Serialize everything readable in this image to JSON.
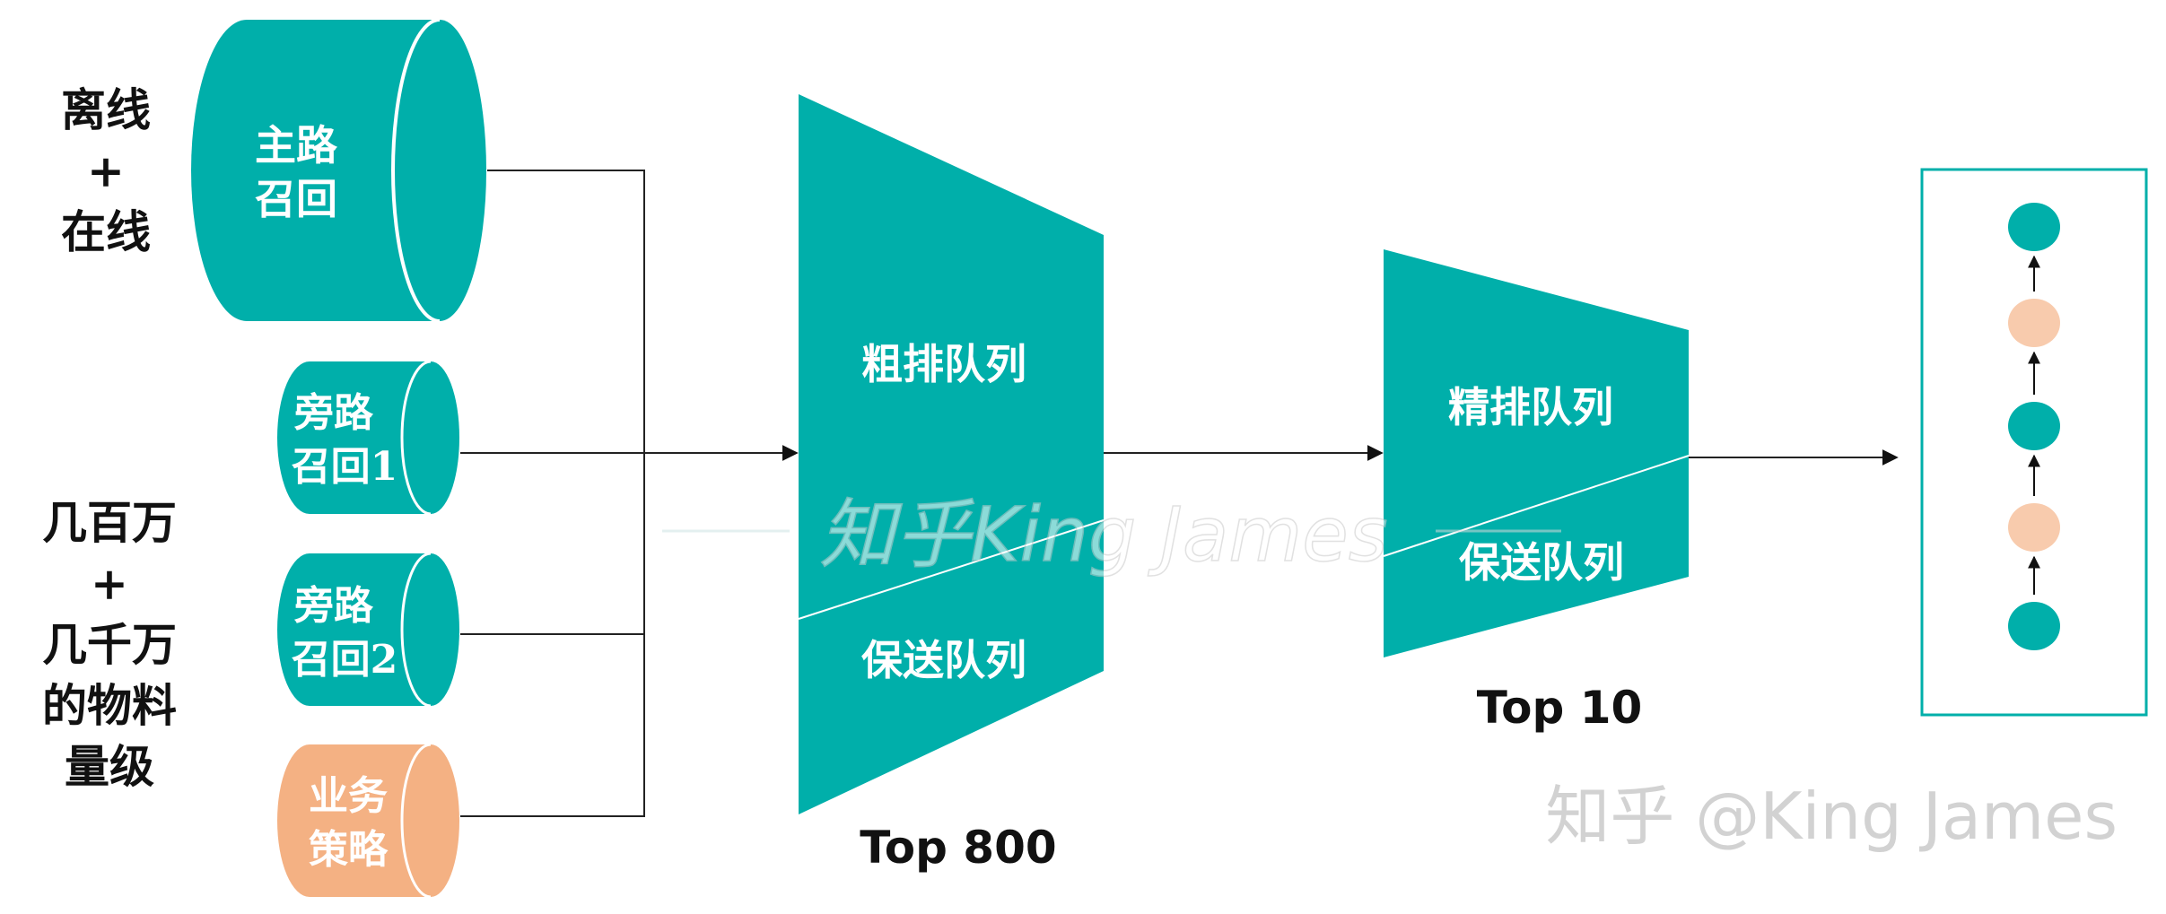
{
  "left_labels": {
    "top": [
      "离线",
      "+",
      "在线"
    ],
    "bottom": [
      "几百万",
      "+",
      "几千万",
      "的物料",
      "量级"
    ]
  },
  "recall": {
    "main": [
      "主路",
      "召回"
    ],
    "side1": [
      "旁路",
      "召回1"
    ],
    "side2": [
      "旁路",
      "召回2"
    ],
    "biz": [
      "业务",
      "策略"
    ]
  },
  "coarse": {
    "queue_label": "粗排队列",
    "guarantee_label": "保送队列",
    "top_label": "Top 800"
  },
  "fine": {
    "queue_label": "精排队列",
    "guarantee_label": "保送队列",
    "top_label": "Top 10"
  },
  "watermark": {
    "center": "知乎King James",
    "corner": "知乎 @King James"
  },
  "colors": {
    "teal": "#00AFAA",
    "peach": "#F4B183",
    "light_peach": "#F8CBAD",
    "line": "#222222"
  }
}
